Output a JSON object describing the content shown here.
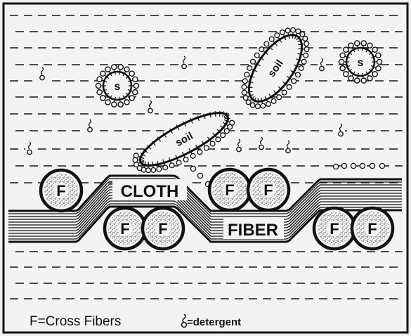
{
  "figure": {
    "labels": {
      "cloth": "CLOTH",
      "fiber": "FIBER",
      "soil": "soil",
      "s": "s",
      "cross_fiber": "F"
    },
    "legend": {
      "cross_fibers": "F=Cross Fibers",
      "detergent": "=detergent"
    }
  }
}
